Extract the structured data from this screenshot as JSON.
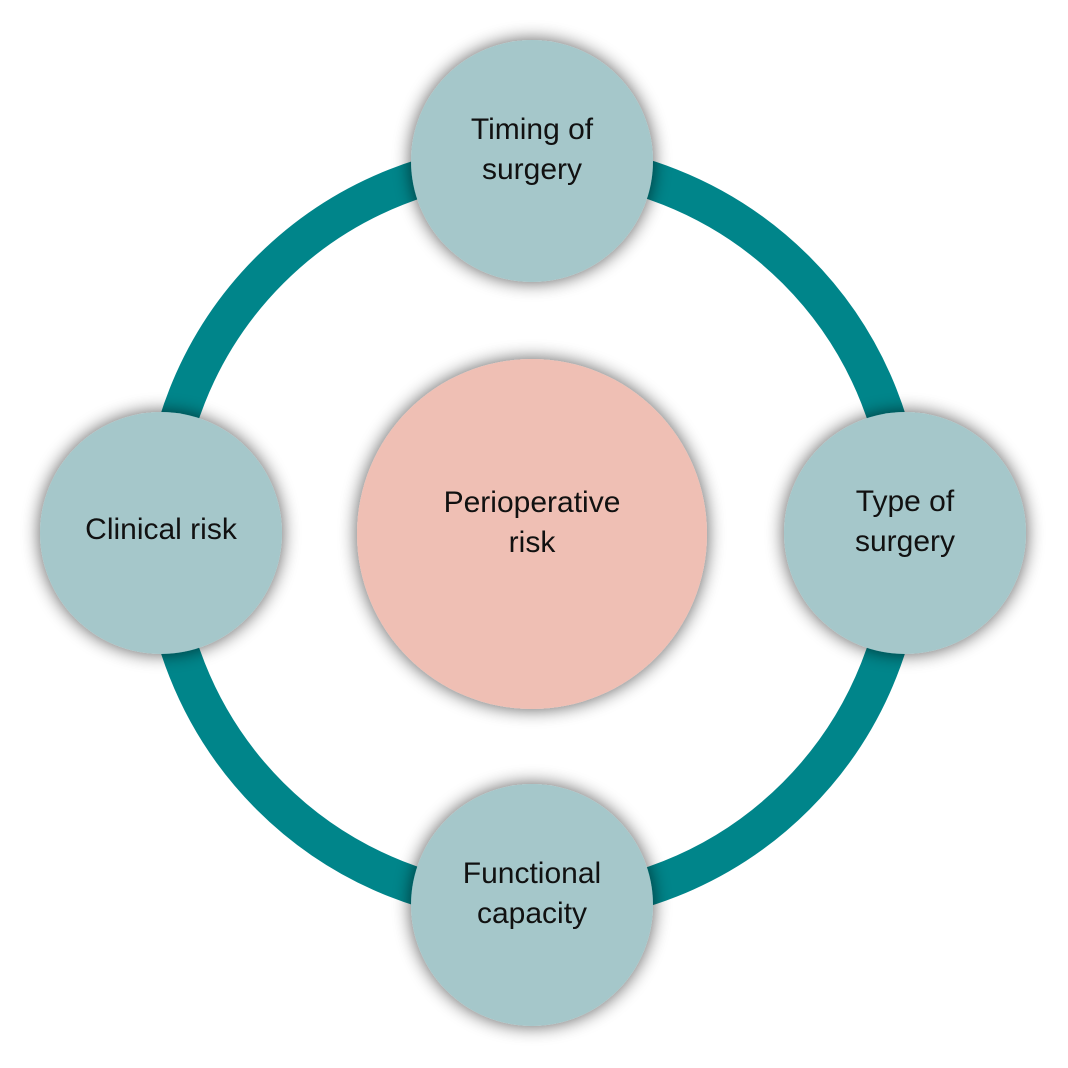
{
  "diagram": {
    "type": "cycle-with-center",
    "colors": {
      "ring": "#00858a",
      "outer_node_fill": "#a5c7ca",
      "center_node_fill": "#efbfb4",
      "text": "#111111",
      "background": "#ffffff"
    },
    "center": {
      "id": "perioperative-risk",
      "lines": [
        "Perioperative",
        "risk"
      ]
    },
    "nodes": [
      {
        "id": "timing-of-surgery",
        "position": "top",
        "lines": [
          "Timing of",
          "surgery"
        ]
      },
      {
        "id": "type-of-surgery",
        "position": "right",
        "lines": [
          "Type of",
          "surgery"
        ]
      },
      {
        "id": "functional-capacity",
        "position": "bottom",
        "lines": [
          "Functional",
          "capacity"
        ]
      },
      {
        "id": "clinical-risk",
        "position": "left",
        "lines": [
          "Clinical risk"
        ]
      }
    ]
  }
}
